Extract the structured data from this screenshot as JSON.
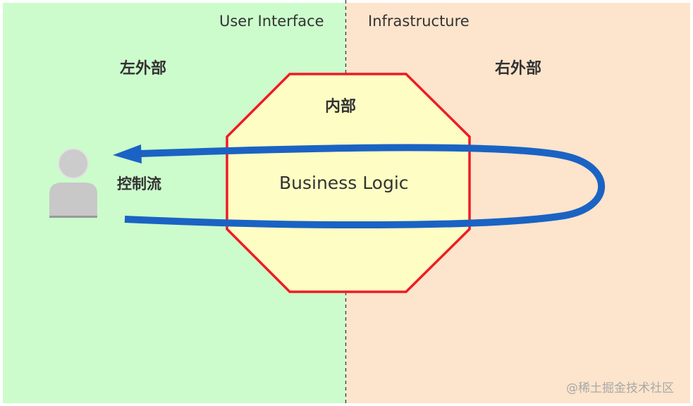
{
  "zones": {
    "left": {
      "layer_label": "User Interface",
      "side_label": "左外部",
      "color": "#ccfccc"
    },
    "right": {
      "layer_label": "Infrastructure",
      "side_label": "右外部",
      "color": "#fde4cc"
    }
  },
  "core": {
    "inside_label": "内部",
    "title": "Business Logic",
    "fill": "#fefdc4",
    "stroke": "#ee1c24"
  },
  "flow": {
    "label": "控制流",
    "color": "#1a63c4"
  },
  "actor": {
    "icon": "user-icon",
    "color": "#c8c8c8"
  },
  "watermark": "@稀土掘金技术社区"
}
